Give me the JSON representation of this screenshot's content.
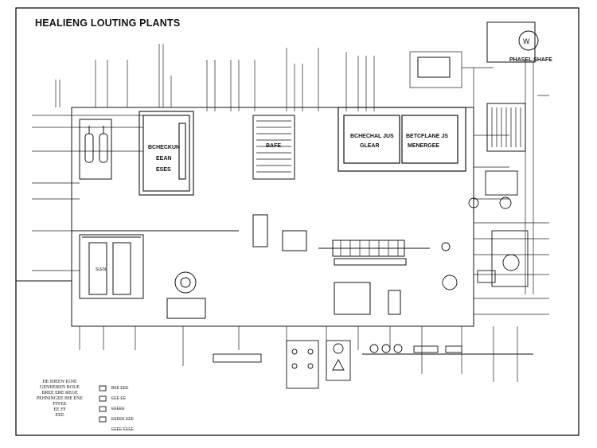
{
  "title": "HEALIENG LOUTING PLANTS",
  "logo_title": "PHASEL SHAFE",
  "panel_labels": {
    "boiler": "BCHECKUN",
    "boiler_sub": "EEAN",
    "boiler_code": "ESES",
    "vent": "BAFE",
    "unit_left": "BCHECHAL JUS",
    "unit_left_sub": "GLEAR",
    "unit_right": "BETCFLANE JS",
    "unit_right_sub": "MENERGEE",
    "tank": "SLEN"
  },
  "notes": [
    "DE IHEEN IGNE",
    "GENHEREN ROUE",
    "BREE ERE REGE",
    "PEHNINGEE IHE ENE FFFEE",
    "EE FF",
    "EEE"
  ],
  "legend": [
    "BEE EEE",
    "EEE EE",
    "EEEEE",
    "EEEEE EEE",
    "EEEE EEEE"
  ]
}
